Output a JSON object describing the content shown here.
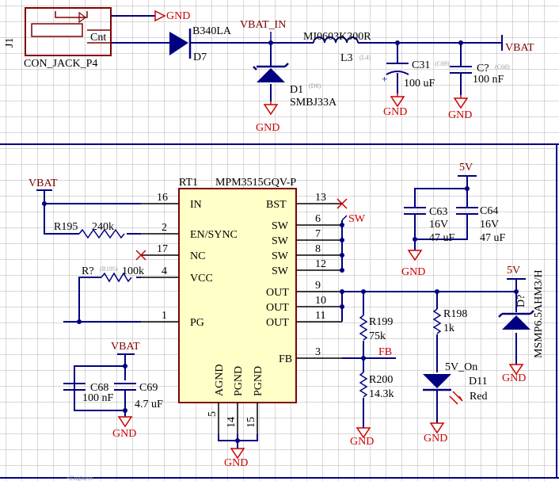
{
  "gnd_label": "GND",
  "vbat_label": "VBAT",
  "vbat_in_label": "VBAT_IN",
  "v5_label": "5V",
  "sw_label": "SW",
  "fb_label": "FB",
  "top": {
    "j1": {
      "ref": "J1",
      "value": "CON_JACK_P4",
      "pin": "Cnt"
    },
    "d7": {
      "ref": "D7",
      "value": "B340LA"
    },
    "d1": {
      "ref": "D1",
      "tag": "(D8)",
      "value": "SMBJ33A"
    },
    "l3": {
      "ref": "L3",
      "tag": "(L4)",
      "value": "MI0603K300R"
    },
    "c31": {
      "ref": "C31",
      "tag": "(C69)",
      "value": "100 uF"
    },
    "cq": {
      "ref": "C?",
      "tag": "(C68)",
      "value": "100 nF"
    }
  },
  "ic": {
    "ref": "RT1",
    "part": "MPM3515GQV-P",
    "left_pins": [
      {
        "num": "16",
        "name": "IN"
      },
      {
        "num": "2",
        "name": "EN/SYNC"
      },
      {
        "num": "17",
        "name": "NC"
      },
      {
        "num": "4",
        "name": "VCC"
      },
      {
        "num": "1",
        "name": "PG"
      }
    ],
    "right_pins": [
      {
        "num": "13",
        "name": "BST"
      },
      {
        "num": "6",
        "name": "SW"
      },
      {
        "num": "7",
        "name": "SW"
      },
      {
        "num": "8",
        "name": "SW"
      },
      {
        "num": "12",
        "name": "SW"
      },
      {
        "num": "9",
        "name": "OUT"
      },
      {
        "num": "10",
        "name": "OUT"
      },
      {
        "num": "11",
        "name": "OUT"
      },
      {
        "num": "3",
        "name": "FB"
      }
    ],
    "bottom_pins": [
      {
        "num": "5",
        "name": "AGND"
      },
      {
        "num": "14",
        "name": "PGND"
      },
      {
        "num": "15",
        "name": "PGND"
      }
    ]
  },
  "r195": {
    "ref": "R195",
    "value": "240k"
  },
  "rq": {
    "ref": "R?",
    "tag": "(R195)",
    "value": "100k"
  },
  "c63": {
    "ref": "C63",
    "value1": "16V",
    "value2": "47 uF"
  },
  "c64": {
    "ref": "C64",
    "value1": "16V",
    "value2": "47 uF"
  },
  "c68": {
    "ref": "C68",
    "value": "100 nF"
  },
  "c69": {
    "ref": "C69",
    "value": "4.7 uF"
  },
  "r199": {
    "ref": "R199",
    "value": "75k"
  },
  "r200": {
    "ref": "R200",
    "value": "14.3k"
  },
  "r198": {
    "ref": "R198",
    "value": "1k"
  },
  "d11": {
    "ref": "D11",
    "label": "5V_On",
    "value": "Red"
  },
  "dq": {
    "ref": "D?",
    "value": "MSMP6.5AHM3/H"
  },
  "footer_text": "=Engineer"
}
